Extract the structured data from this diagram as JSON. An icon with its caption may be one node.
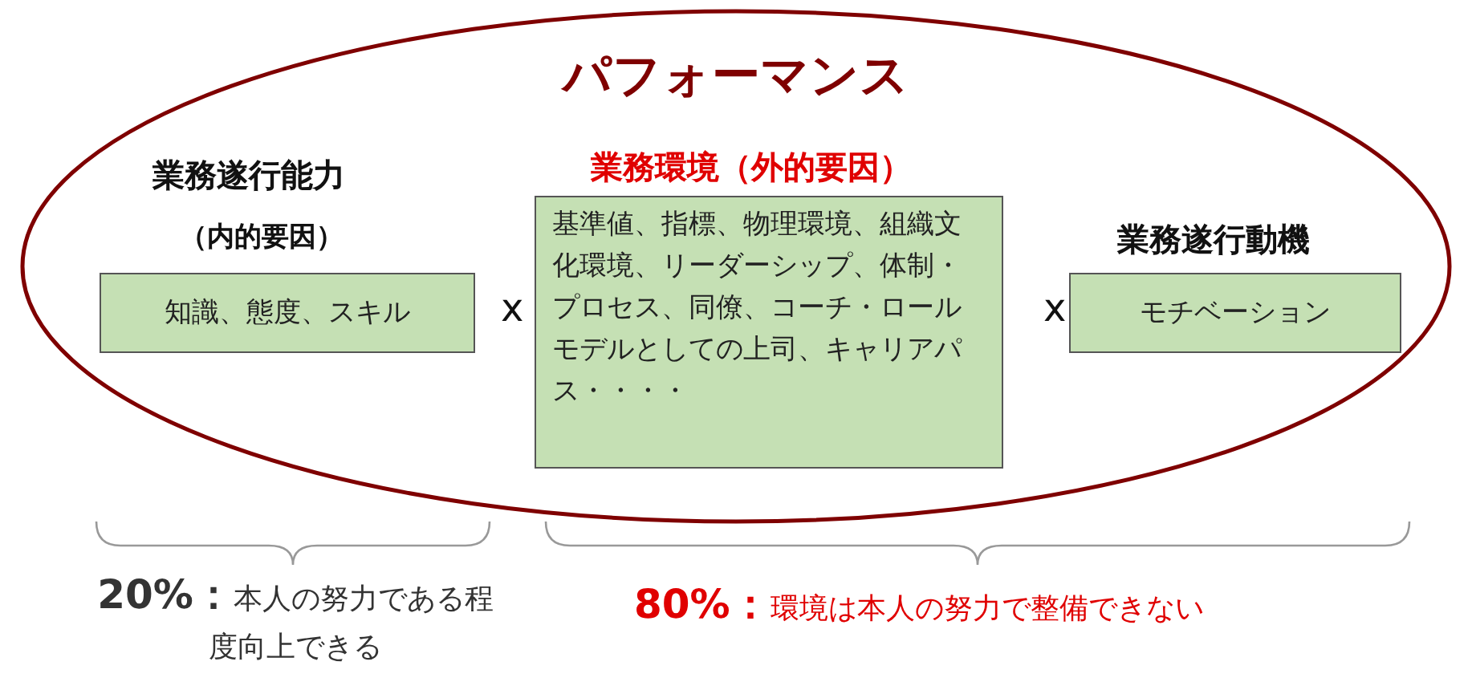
{
  "diagram": {
    "nodes": [
      {
        "text": [
          "パフォーマンス"
        ]
      },
      {
        "text": [
          "業務遂行能力",
          "（内的要因）",
          "知識、態度、スキル"
        ],
        "in": 0
      },
      {
        "text": [
          "業務環境（外的要因）",
          "基準値、指標、物理環境、組織文化環境、リーダーシップ、体制・プロセス、同僚、コーチ・ロールモデルとしての上司、キャリアパス・・・・"
        ],
        "in": 0
      },
      {
        "text": [
          "業務遂行動機",
          "モチベーション"
        ],
        "in": 0
      }
    ],
    "labels": [
      "x",
      "x",
      "**20%：**本人の努力である程度向上できる",
      "**80%：**環境は本人の努力で整備できない"
    ]
  }
}
